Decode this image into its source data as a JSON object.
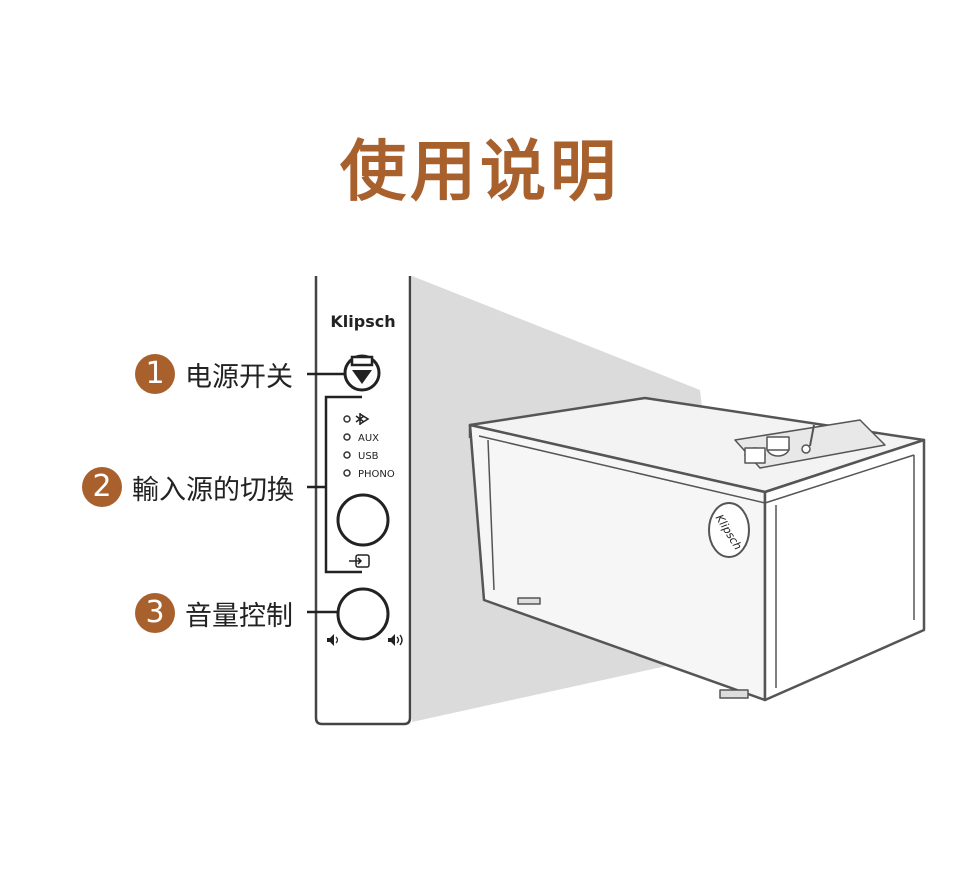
{
  "title": "使用说明",
  "accent_color": "#a8602d",
  "brand": "Klipsch",
  "badge_script": "Klipsch",
  "panel": {
    "inputs": [
      "AUX",
      "USB",
      "PHONO"
    ],
    "bluetooth_icon": "bluetooth-icon",
    "input_icon": "input-source-icon",
    "volume_low_icon": "speaker-low-icon",
    "volume_high_icon": "speaker-high-icon"
  },
  "callouts": [
    {
      "number": "1",
      "label": "电源开关"
    },
    {
      "number": "2",
      "label": "輸入源的切換"
    },
    {
      "number": "3",
      "label": "音量控制"
    }
  ]
}
